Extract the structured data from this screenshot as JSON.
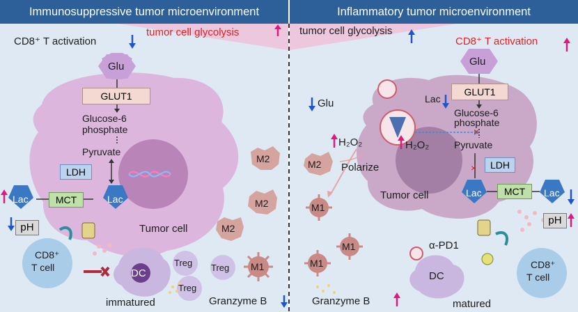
{
  "left": {
    "header": "Immunosuppressive tumor microenvironment",
    "glycolysis": "tumor cell glycolysis",
    "cd8_activation": "CD8⁺ T activation",
    "glu": "Glu",
    "glut1": "GLUT1",
    "g6p_1": "Glucose-6",
    "g6p_2": "phosphate",
    "pyruvate": "Pyruvate",
    "ldh": "LDH",
    "lac_in": "Lac",
    "lac_out": "Lac",
    "mct": "MCT",
    "ph": "pH",
    "tumor_cell": "Tumor cell",
    "m2_a": "M2",
    "m2_b": "M2",
    "m2_c": "M2",
    "m1": "M1",
    "treg_a": "Treg",
    "treg_b": "Treg",
    "treg_c": "Treg",
    "cd8_1": "CD8⁺",
    "cd8_2": "T cell",
    "dc": "DC",
    "immatured": "immatured",
    "granzyme": "Granzyme B"
  },
  "right": {
    "header": "Inflammatory tumor microenvironment",
    "glycolysis": "tumor cell glycolysis",
    "cd8_activation": "CD8⁺ T activation",
    "glu_top": "Glu",
    "glu_side": "Glu",
    "glut1": "GLUT1",
    "lac_top": "Lac",
    "g6p_1": "Glucose-6",
    "g6p_2": "phosphate",
    "h2o2_a": "H₂O₂",
    "h2o2_b": "H₂O₂",
    "pyruvate": "Pyruvate",
    "ldh": "LDH",
    "polarize": "Polarize",
    "m2": "M2",
    "m1_a": "M1",
    "m1_b": "M1",
    "m1_c": "M1",
    "tumor_cell": "Tumor cell",
    "lac_in": "Lac",
    "lac_out": "Lac",
    "mct": "MCT",
    "ph": "pH",
    "apd1": "α-PD1",
    "dc": "DC",
    "matured": "matured",
    "cd8_1": "CD8⁺",
    "cd8_2": "T cell",
    "granzyme": "Granzyme B"
  },
  "colors": {
    "header_bg": "#2d5f98",
    "panel_bg": "#dfe9f3",
    "tumor": "#ddb6de",
    "glu_hex": "#c8a0d8",
    "glut_box": "#f3d9d2",
    "lac_pent": "#3b78c3",
    "mct_box": "#bfe0a8",
    "up_arrow": "#e0197e",
    "down_arrow": "#1f55c8",
    "red_text": "#e02020"
  }
}
